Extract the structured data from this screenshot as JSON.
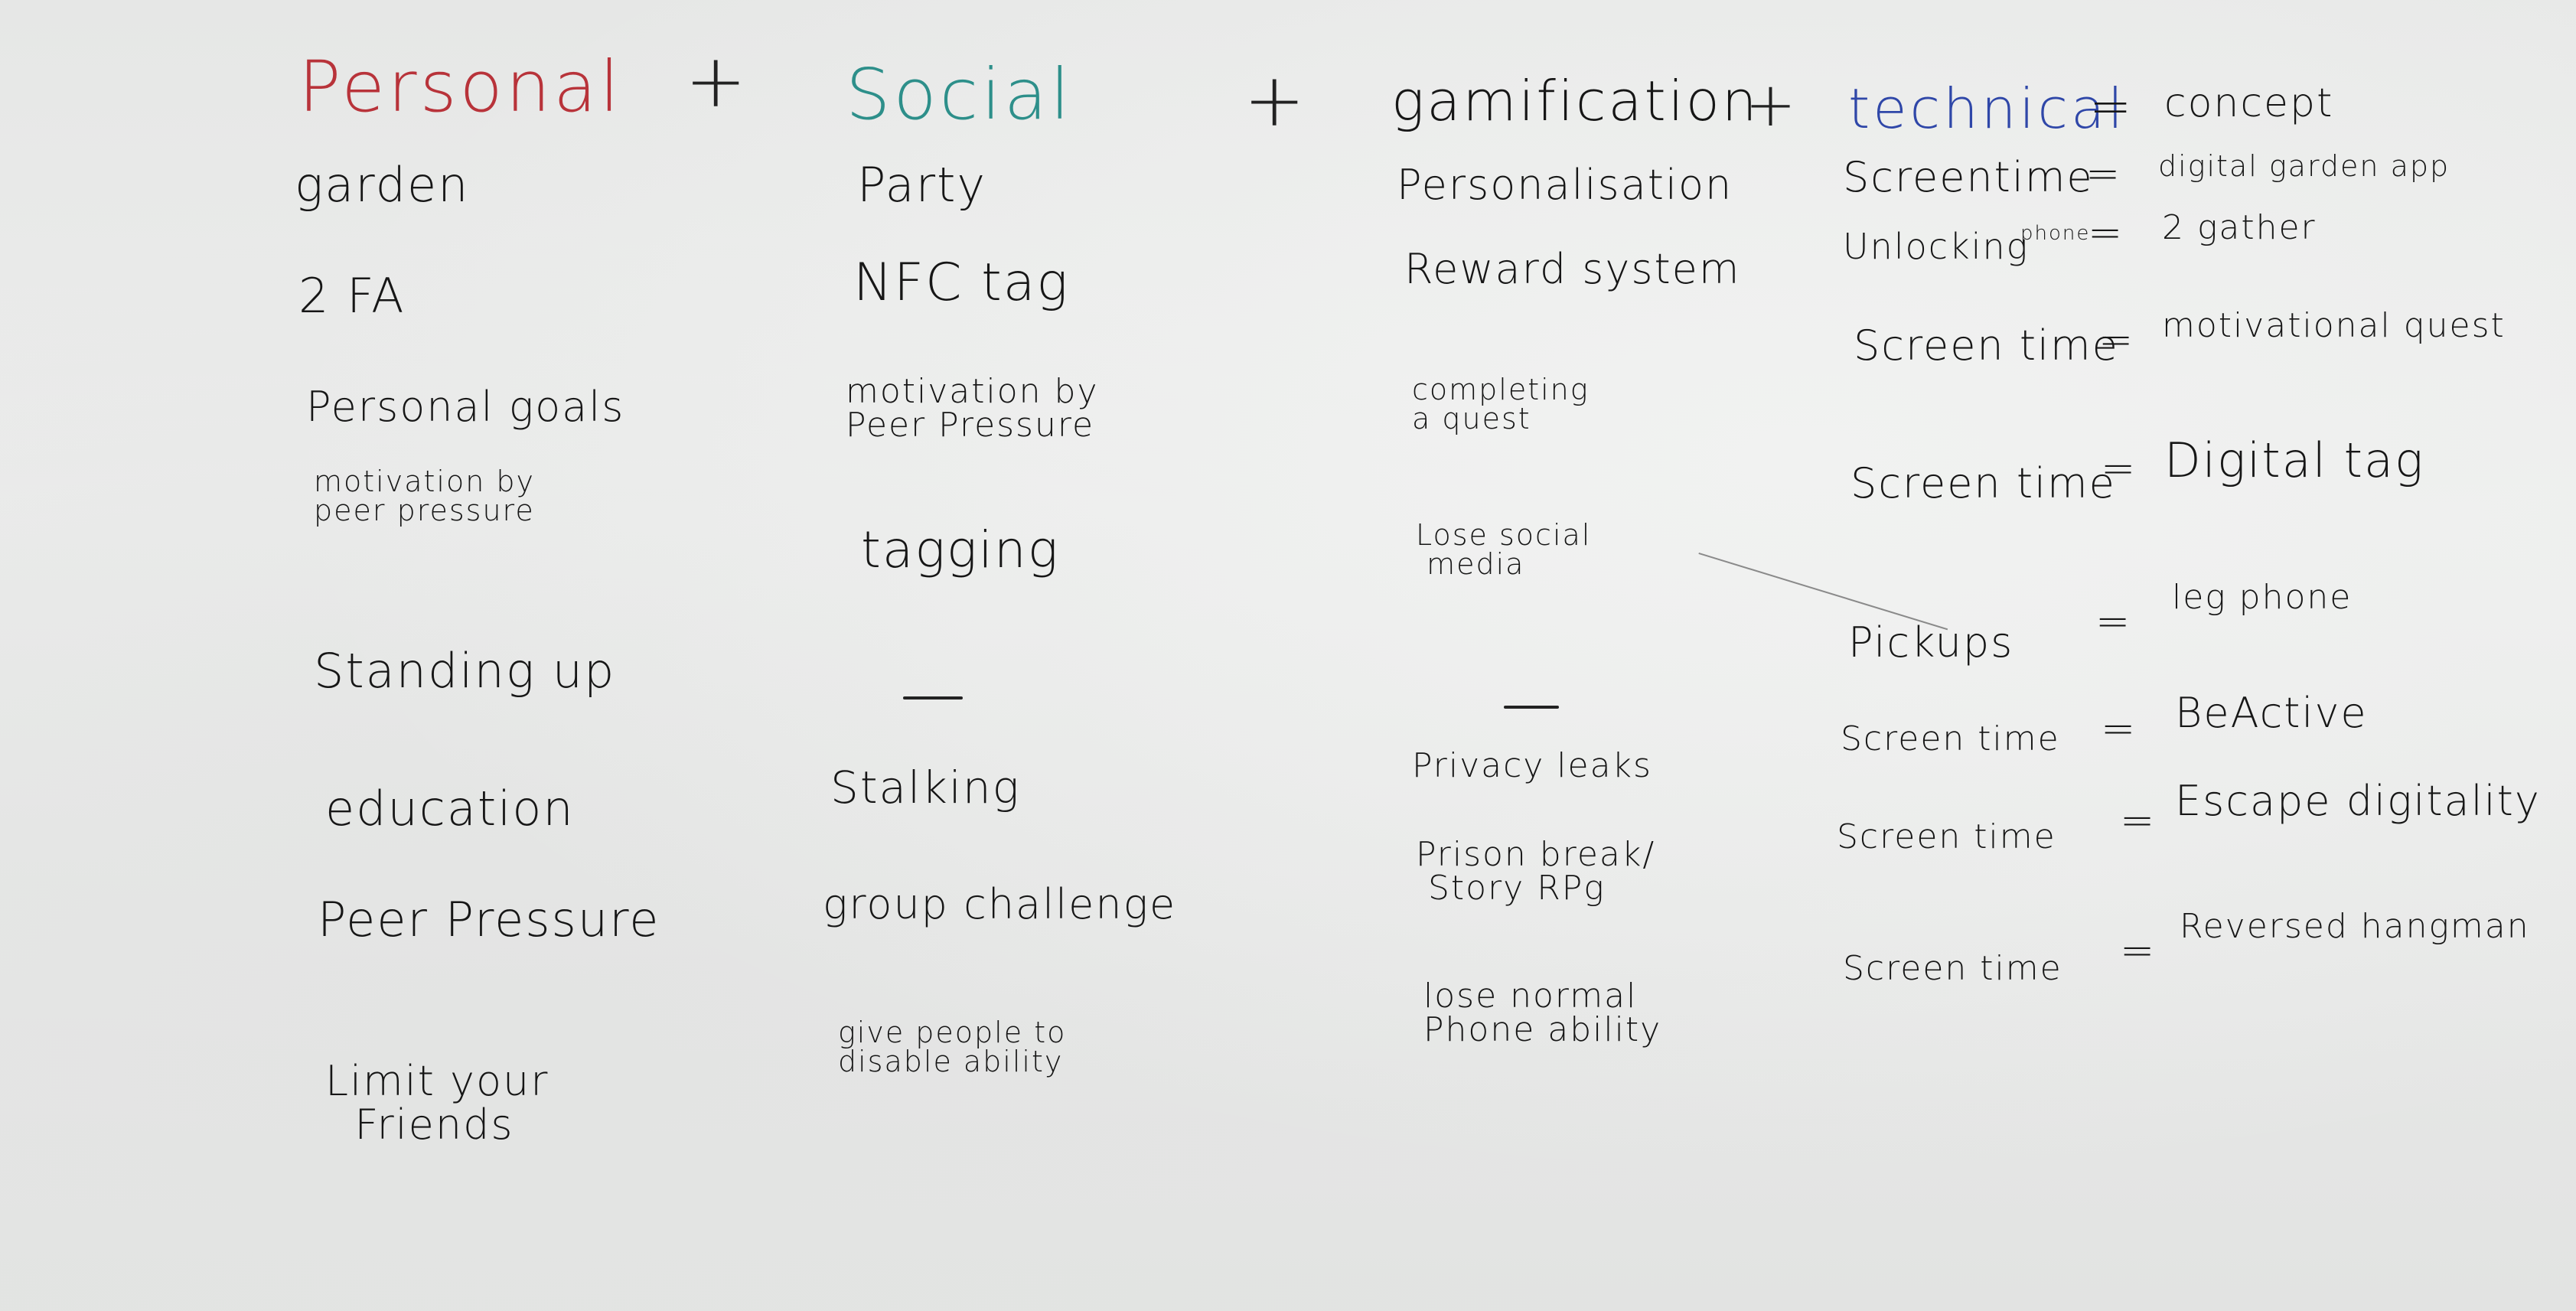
{
  "headings": {
    "personal": "Personal",
    "social": "Social",
    "gamification": "gamification",
    "technical": "technical",
    "plus": "+",
    "equals": "=",
    "concept": "concept"
  },
  "personal_col": {
    "garden": "garden",
    "two_fa": "2 FA",
    "personal_goals": "Personal goals",
    "motivation": "motivation by\npeer pressure",
    "standing_up": "Standing up",
    "education": "education",
    "peer_pressure": "Peer Pressure",
    "limit_friends": "Limit your\n  Friends"
  },
  "social_col": {
    "party": "Party",
    "nfc_tag": "NFC tag",
    "motivation": "motivation by\nPeer Pressure",
    "tagging": "tagging",
    "dash": "—",
    "stalking": "Stalking",
    "group_challenge": "group challenge",
    "disable_ability": "give people to\ndisable ability"
  },
  "gamification_col": {
    "personalisation": "Personalisation",
    "reward_system": "Reward system",
    "completing_quest": "completing\na quest",
    "lose_social_media": "Lose social\n media",
    "dash": "—",
    "privacy_leaks": "Privacy leaks",
    "prison_break": "Prison break/\n Story RPg",
    "lose_phone_ability": "lose normal\nPhone ability"
  },
  "technical_col": [
    {
      "left": "Screentime",
      "right": "digital garden app"
    },
    {
      "left": "Unlocking",
      "left_small": "phone",
      "right": "2 gather"
    },
    {
      "left": "Screen time",
      "right": "motivational quest"
    },
    {
      "left": "Screen time",
      "right": "Digital tag"
    },
    {
      "left": "Pickups",
      "right": "leg phone"
    },
    {
      "left": "Screen time",
      "right": "BeActive"
    },
    {
      "left": "Screen time",
      "right": "Escape digitality"
    },
    {
      "left": "Screen time",
      "right": "Reversed hangman"
    }
  ]
}
